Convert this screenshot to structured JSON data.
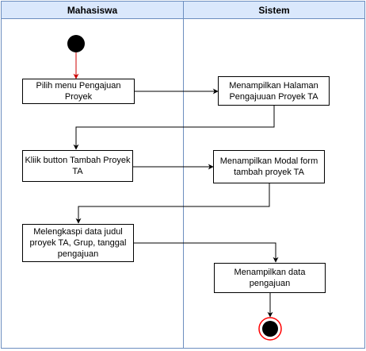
{
  "lanes": {
    "left": "Mahasiswa",
    "right": "Sistem"
  },
  "activities": {
    "a1": "Pilih menu Pengajuan Proyek",
    "a2": "Menampilkan Halaman Pengajuuan Proyek TA",
    "a3": "Kliik button Tambah Proyek TA",
    "a4": "Menampilkan Modal form tambah proyek TA",
    "a5": "Melengkaspi data judul proyek TA, Grup, tanggal pengajuan",
    "a6": "Menampilkan data pengajuan"
  },
  "colors": {
    "lane_header_fill": "#dae8fc",
    "lane_border": "#6c8ebf",
    "start_arrow": "#cc0000",
    "end_ring": "#ff0000"
  }
}
